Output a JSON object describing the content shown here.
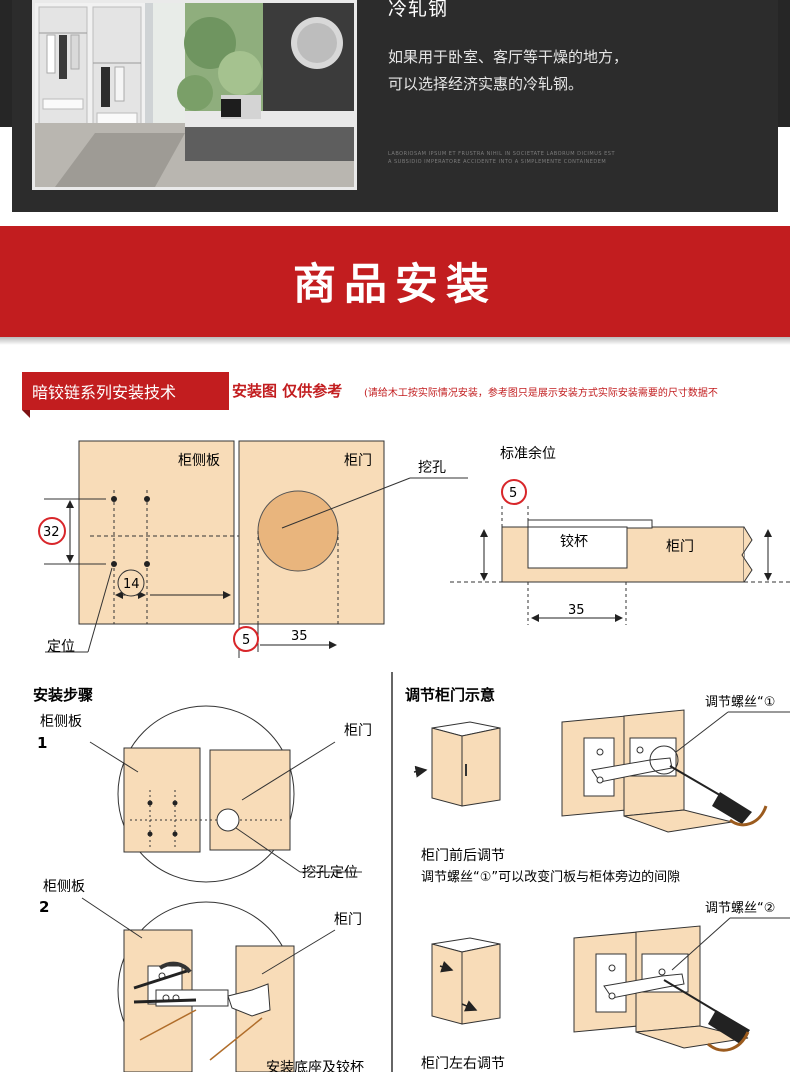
{
  "top": {
    "title": "冷轧钢",
    "desc_lines": [
      "如果用于卧室、客厅等干燥的地方，",
      "可以选择经济实惠的冷轧钢。"
    ],
    "fine_print": "LABORIOSAM IPSUM ET FRUSTRA NIHIL IN SOCIETATE LABORUM DICIMUS EST A SUBSIDIO IMPERATORE ACCIDENTE INTO A SIMPLEMENTE CONTAINEDEM"
  },
  "section_title": "商品安装",
  "tagline": {
    "tag": "暗铰链系列安装技术",
    "red_text": "安装图 仅供参考",
    "note": "(请给木工按实际情况安装，参考图只是展示安装方式实际安装需要的尺寸数据不"
  },
  "diagram": {
    "side_panel": "柜侧板",
    "door": "柜门",
    "bore_hole": "挖孔",
    "positioning": "定位",
    "dim_32": "32",
    "dim_14": "14",
    "dim_5": "5",
    "dim_35": "35",
    "standard_margin": "标准余位",
    "hinge_cup": "铰杯",
    "door_side": "柜门",
    "dim_5b": "5",
    "dim_35b": "35"
  },
  "steps": {
    "heading": "安装步骤",
    "step1_panel": "柜侧板",
    "step1_num": "1",
    "step1_door": "柜门",
    "step1_bore": "挖孔定位",
    "step2_panel": "柜侧板",
    "step2_num": "2",
    "step2_door": "柜门",
    "step2_base": "安装底座及铰杯"
  },
  "adjust": {
    "heading": "调节柜门示意",
    "screw1": "调节螺丝“①",
    "fb_title": "柜门前后调节",
    "fb_desc": "调节螺丝“①”可以改变门板与柜体旁边的间隙",
    "screw2": "调节螺丝“②",
    "lr_title": "柜门左右调节"
  },
  "colors": {
    "red": "#c21d1f",
    "wood": "#f8dcb8",
    "dark": "#262626"
  }
}
